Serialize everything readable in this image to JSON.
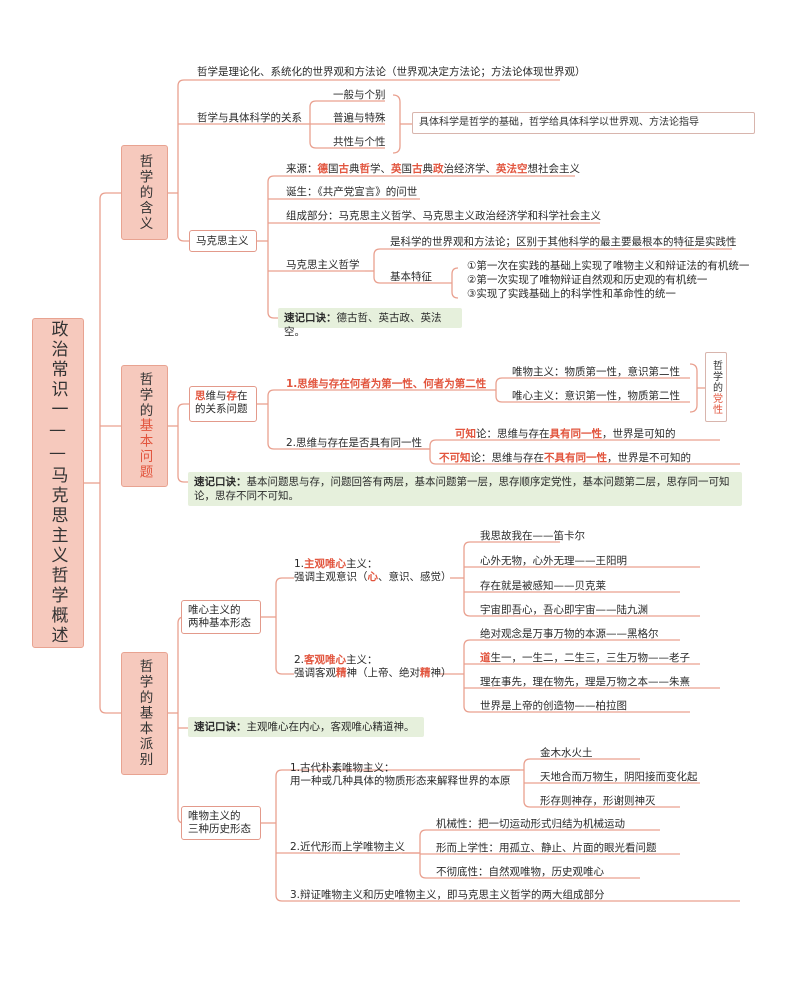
{
  "root_title": "政治常识一——马克思主义哲学概述",
  "sections": {
    "s1": {
      "title": "哲学的含义",
      "definition": "哲学是理论化、系统化的世界观和方法论（世界观决定方法论；方法论体现世界观）",
      "relation": {
        "label": "哲学与具体科学的关系",
        "items": [
          "一般与个别",
          "普遍与特殊",
          "共性与个性"
        ],
        "note": "具体科学是哲学的基础，哲学给具体科学以世界观、方法论指导"
      },
      "marxism": {
        "label": "马克思主义",
        "source": {
          "p1": "来源：",
          "h1": "德",
          "p2": "国",
          "h2": "古",
          "p3": "典",
          "h3": "哲",
          "p4": "学、",
          "h4": "英",
          "p5": "国",
          "h5": "古",
          "p6": "典",
          "h6": "政",
          "p7": "治经济学、",
          "h7": "英法空",
          "p8": "想社会主义"
        },
        "birth": "诞生：《共产党宣言》的问世",
        "components": "组成部分：马克思主义哲学、马克思主义政治经济学和科学社会主义",
        "philosophy": {
          "label": "马克思主义哲学",
          "nature": "是科学的世界观和方法论；区别于其他科学的最主要最根本的特征是实践性",
          "features_label": "基本特征",
          "features": [
            "①第一次在实践的基础上实现了唯物主义和辩证法的有机统一",
            "②第一次实现了唯物辩证自然观和历史观的有机统一",
            "③实现了实践基础上的科学性和革命性的统一"
          ]
        },
        "memo_label": "速记口诀：",
        "memo_text": "德古哲、英古政、英法空。"
      }
    },
    "s2": {
      "title_a": "哲学的",
      "title_b": "基本问题",
      "node": {
        "h1": "思",
        "p1": "维与",
        "h2": "存",
        "p2": "在",
        "line2": "的关系问题"
      },
      "q1": {
        "label": "1.思维与存在何者为第一性、何者为第二性",
        "materialism": "唯物主义：物质第一性，意识第二性",
        "idealism": "唯心主义：意识第一性，物质第二性"
      },
      "party_note_a": "哲学的",
      "party_note_b": "党性",
      "q2": {
        "label": "2.思维与存在是否具有同一性",
        "knowable": {
          "h1": "可知",
          "p1": "论：思维与存在",
          "h2": "具有同一性",
          "p2": "，世界是可知的"
        },
        "unknowable": {
          "h1": "不可知",
          "p1": "论：思维与存在",
          "h2": "不具有同一性",
          "p2": "，世界是不可知的"
        }
      },
      "memo_label": "速记口诀：",
      "memo_text": "基本问题思与存，问题回答有两层，基本问题第一层，思存顺序定党性，基本问题第二层，思存同一可知论，思存不同不可知。"
    },
    "s3": {
      "title": "哲学的基本派别",
      "idealism": {
        "label": "唯心主义的两种基本形态",
        "label_line1": "唯心主义的",
        "label_line2": "两种基本形态",
        "subjective": {
          "p1": "1.",
          "h1": "主观唯心",
          "p2": "主义：",
          "p3": "强调主观意识（",
          "h2": "心",
          "p4": "、意识、感觉）",
          "examples": [
            "我思故我在——笛卡尔",
            "心外无物，心外无理——王阳明",
            "存在就是被感知——贝克莱",
            "宇宙即吾心，吾心即宇宙——陆九渊"
          ]
        },
        "objective": {
          "p1": "2.",
          "h1": "客观唯心",
          "p2": "主义：",
          "p3": "强调客观",
          "h2": "精",
          "p4": "神（上帝、绝对",
          "h3": "精",
          "p5": "神）",
          "examples": [
            "绝对观念是万事万物的本源——黑格尔",
            "理在事先，理在物先，理是万物之本——朱熹",
            "世界是上帝的创造物——柏拉图"
          ],
          "dao": {
            "h": "道",
            "rest": "生一，一生二，二生三，三生万物——老子"
          }
        },
        "memo_label": "速记口诀：",
        "memo_text": "主观唯心在内心，客观唯心精道神。"
      },
      "materialism": {
        "label_line1": "唯物主义的",
        "label_line2": "三种历史形态",
        "ancient": {
          "line1": "1.古代朴素唯物主义：",
          "line2": "用一种或几种具体的物质形态来解释世界的本原",
          "examples": [
            "金木水火土",
            "天地合而万物生，阴阳接而变化起",
            "形存则神存，形谢则神灭"
          ]
        },
        "modern": {
          "label": "2.近代形而上学唯物主义",
          "features": [
            "机械性：把一切运动形式归结为机械运动",
            "形而上学性：用孤立、静止、片面的眼光看问题",
            "不彻底性：自然观唯物，历史观唯心"
          ]
        },
        "dialectical": "3.辩证唯物主义和历史唯物主义，即马克思主义哲学的两大组成部分"
      }
    }
  },
  "colors": {
    "line": "#e9a08f",
    "accent": "#e2553e",
    "node_fill": "#f6c9bd",
    "memo_fill": "#e6f0dc"
  }
}
